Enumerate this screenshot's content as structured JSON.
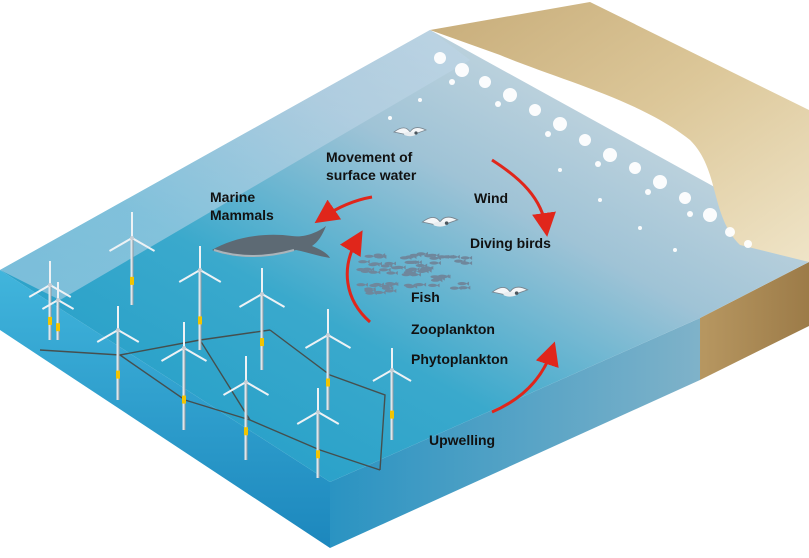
{
  "labels": {
    "movement_line1": "Movement of",
    "movement_line2": "surface water",
    "marine_line1": "Marine",
    "marine_line2": "Mammals",
    "wind": "Wind",
    "diving_birds": "Diving birds",
    "fish": "Fish",
    "zooplankton": "Zooplankton",
    "phytoplankton": "Phytoplankton",
    "upwelling": "Upwelling"
  },
  "colors": {
    "arrow": "#e0261b",
    "sand": "#cdb27d",
    "shallow_water": "#bfd6e6",
    "deep_water": "#1d97c4",
    "water_front": "#2aa4cf",
    "water_side": "#1f7fb0"
  },
  "icons": {
    "turbine": "wind-turbine-icon",
    "whale": "whale-icon",
    "bird": "seabird-icon",
    "fish": "fish-school-icon"
  }
}
